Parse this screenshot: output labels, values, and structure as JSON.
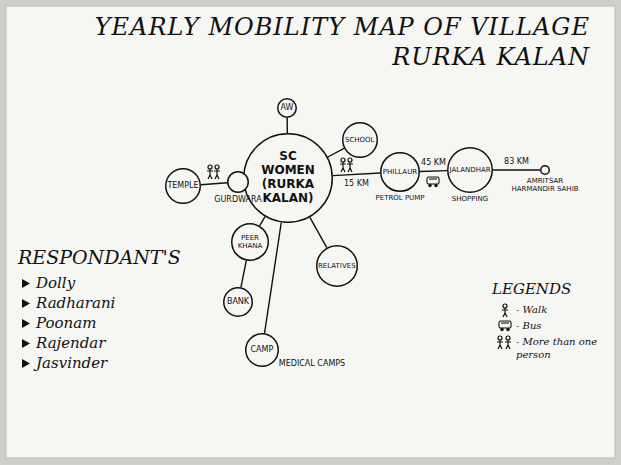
{
  "diagram": {
    "title": "YEARLY MOBILITY MAP OF VILLAGE RURKA KALAN",
    "nodes": [
      {
        "text": [
          "SC WOMEN (RURKA KALAN)"
        ]
      },
      {
        "text": [
          "AW"
        ]
      },
      {
        "text": [
          "SCHOOL"
        ]
      },
      {
        "text": [
          "TEMPLE"
        ]
      },
      {
        "text": [
          "GURDWARA"
        ]
      },
      {
        "text": [
          "PHILLAUR",
          "PETROL PUMP"
        ]
      },
      {
        "text": [
          "JALANDHAR",
          "SHOPPING"
        ]
      },
      {
        "text": [
          "AMRITSAR",
          "HARMANDIR SAHIB"
        ]
      },
      {
        "text": [
          "PEER KHANA"
        ]
      },
      {
        "text": [
          "BANK"
        ]
      },
      {
        "text": [
          "RELATIVES"
        ]
      },
      {
        "text": [
          "CAMP",
          "MEDICAL CAMPS"
        ]
      }
    ],
    "edges": [
      {
        "from": 0,
        "to": 1,
        "arrow": "none"
      },
      {
        "from": 0,
        "to": 2,
        "arrow": "none"
      },
      {
        "from": 3,
        "to": 4,
        "arrow": "none"
      },
      {
        "from": 4,
        "to": 0,
        "arrow": "none"
      },
      {
        "from": 0,
        "to": 5,
        "label": "15 KM",
        "arrow": "none"
      },
      {
        "from": 5,
        "to": 6,
        "label": "45 KM",
        "arrow": "none"
      },
      {
        "from": 6,
        "to": 7,
        "label": "83 KM",
        "arrow": "none"
      },
      {
        "from": 0,
        "to": 8,
        "arrow": "none"
      },
      {
        "from": 8,
        "to": 9,
        "arrow": "none"
      },
      {
        "from": 0,
        "to": 10,
        "arrow": "none"
      },
      {
        "from": 0,
        "to": 11,
        "arrow": "none"
      }
    ],
    "labels": [
      "RESPONDANT'S",
      "Dolly",
      "Radharani",
      "Poonam",
      "Rajendar",
      "Jasvinder",
      "LEGENDS"
    ],
    "legend": [
      {
        "text": "- Walk"
      },
      {
        "text": "- Bus"
      },
      {
        "text": "- More than one person"
      }
    ]
  }
}
